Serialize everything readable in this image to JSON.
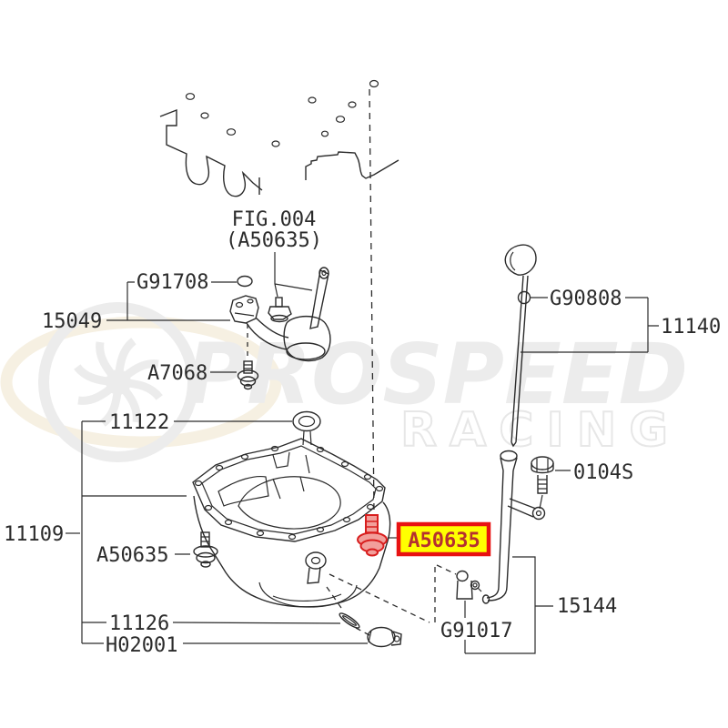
{
  "diagram": {
    "figure_reference": {
      "line1": "FIG.004",
      "line2": "(A50635)"
    },
    "labels": {
      "g91708": "G91708",
      "p15049": "15049",
      "a7068": "A7068",
      "p11122": "11122",
      "p11109": "11109",
      "a50635_left": "A50635",
      "p11126": "11126",
      "h02001": "H02001",
      "g91017": "G91017",
      "p15144": "15144",
      "p0104s": "0104S",
      "g90808": "G90808",
      "p11140": "11140"
    },
    "highlight": {
      "part": "A50635",
      "box_fill": "#ffff00",
      "box_border": "#e81212",
      "text_color": "#b53030",
      "part_fill": "#f29f9b",
      "part_stroke": "#d81e1e"
    },
    "watermark": {
      "line1": "PROSPEED",
      "line2": "RACING",
      "color": "#ececec"
    },
    "colors": {
      "line_art": "#2b2b2b",
      "background": "#ffffff"
    }
  }
}
